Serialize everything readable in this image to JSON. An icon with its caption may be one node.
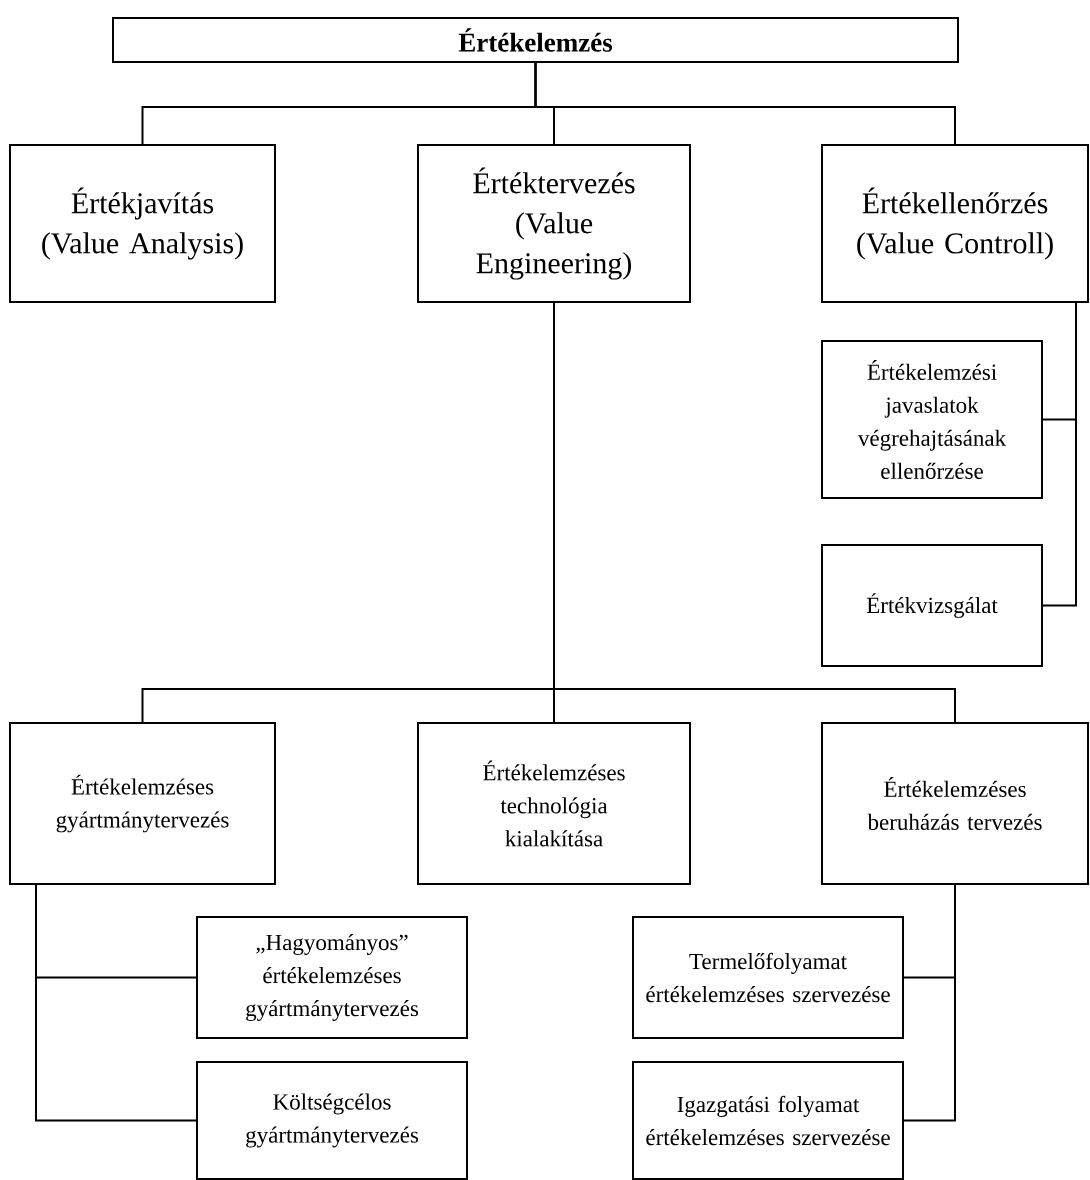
{
  "diagram": {
    "nodes": [
      {
        "text": [
          "Értékelemzés"
        ]
      },
      {
        "text": [
          "Értékjavítás (Value Analysis)"
        ]
      },
      {
        "text": [
          "Értéktervezés (Value Engineering)"
        ]
      },
      {
        "text": [
          "Értékellenőrzés (Value Controll)"
        ]
      },
      {
        "text": [
          "Értékelemzési javaslatok végrehajtásának ellenőrzése"
        ]
      },
      {
        "text": [
          "Értékvizsgálat"
        ]
      },
      {
        "text": [
          "Értékelemzéses gyártmánytervezés"
        ]
      },
      {
        "text": [
          "Értékelemzéses technológia kialakítása"
        ]
      },
      {
        "text": [
          "Értékelemzéses beruházás tervezés"
        ]
      },
      {
        "text": [
          "„Hagyományos” értékelemzéses gyártmánytervezés"
        ]
      },
      {
        "text": [
          "Költségcélos gyártmánytervezés"
        ]
      },
      {
        "text": [
          "Termelőfolyamat értékelemzéses szervezése"
        ]
      },
      {
        "text": [
          "Igazgatási folyamat értékelemzéses szervezése"
        ]
      }
    ],
    "edges": [
      {
        "from": 0,
        "to": 1,
        "arrow": "none"
      },
      {
        "from": 0,
        "to": 2,
        "arrow": "none"
      },
      {
        "from": 0,
        "to": 3,
        "arrow": "none"
      },
      {
        "from": 3,
        "to": 4,
        "arrow": "none"
      },
      {
        "from": 3,
        "to": 5,
        "arrow": "none"
      },
      {
        "from": 2,
        "to": 6,
        "arrow": "none"
      },
      {
        "from": 2,
        "to": 7,
        "arrow": "none"
      },
      {
        "from": 2,
        "to": 8,
        "arrow": "none"
      },
      {
        "from": 6,
        "to": 9,
        "arrow": "none"
      },
      {
        "from": 6,
        "to": 10,
        "arrow": "none"
      },
      {
        "from": 8,
        "to": 11,
        "arrow": "none"
      },
      {
        "from": 8,
        "to": 12,
        "arrow": "none"
      }
    ]
  }
}
